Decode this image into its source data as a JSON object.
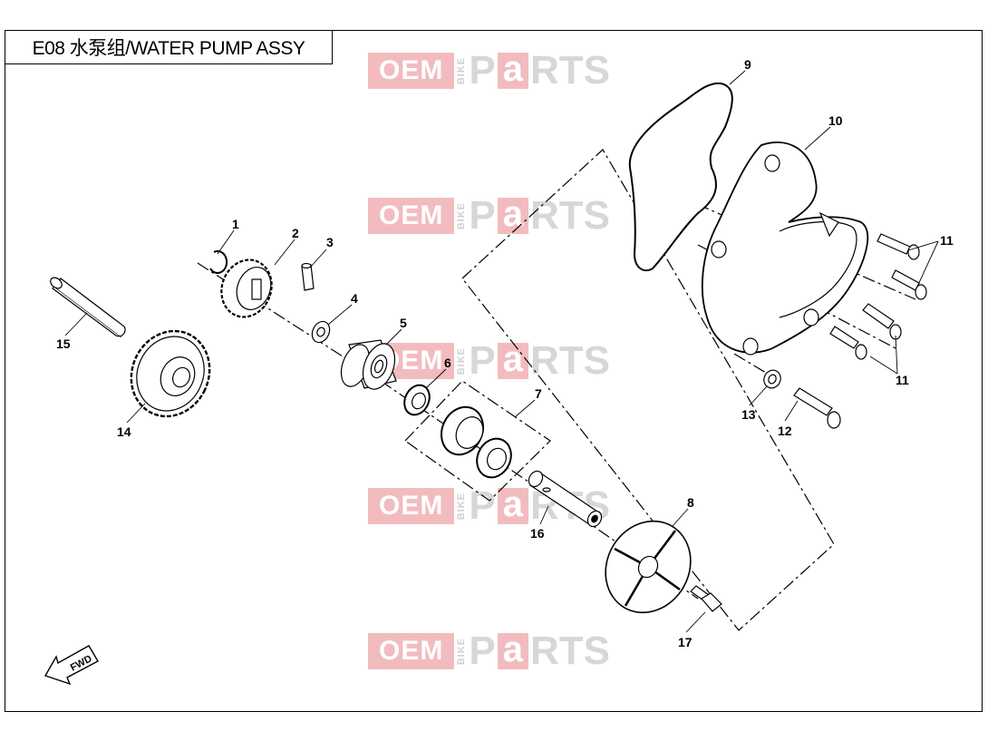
{
  "title": "E08 水泵组/WATER PUMP ASSY",
  "watermark": {
    "oem": "OEM",
    "bike": "BIKE",
    "p": "P",
    "a": "a",
    "rts": "RTS"
  },
  "fwd_label": "FWD",
  "callouts": [
    {
      "id": "c1",
      "label": "1"
    },
    {
      "id": "c2",
      "label": "2"
    },
    {
      "id": "c3",
      "label": "3"
    },
    {
      "id": "c4",
      "label": "4"
    },
    {
      "id": "c5",
      "label": "5"
    },
    {
      "id": "c6",
      "label": "6"
    },
    {
      "id": "c7",
      "label": "7"
    },
    {
      "id": "c8",
      "label": "8"
    },
    {
      "id": "c9",
      "label": "9"
    },
    {
      "id": "c10",
      "label": "10"
    },
    {
      "id": "c11a",
      "label": "11"
    },
    {
      "id": "c11b",
      "label": "11"
    },
    {
      "id": "c12",
      "label": "12"
    },
    {
      "id": "c13",
      "label": "13"
    },
    {
      "id": "c14",
      "label": "14"
    },
    {
      "id": "c15",
      "label": "15"
    },
    {
      "id": "c16",
      "label": "16"
    },
    {
      "id": "c17",
      "label": "17"
    }
  ],
  "colors": {
    "line": "#000000",
    "watermark_red": "#e8878c",
    "watermark_gray": "#b8b8b8"
  }
}
